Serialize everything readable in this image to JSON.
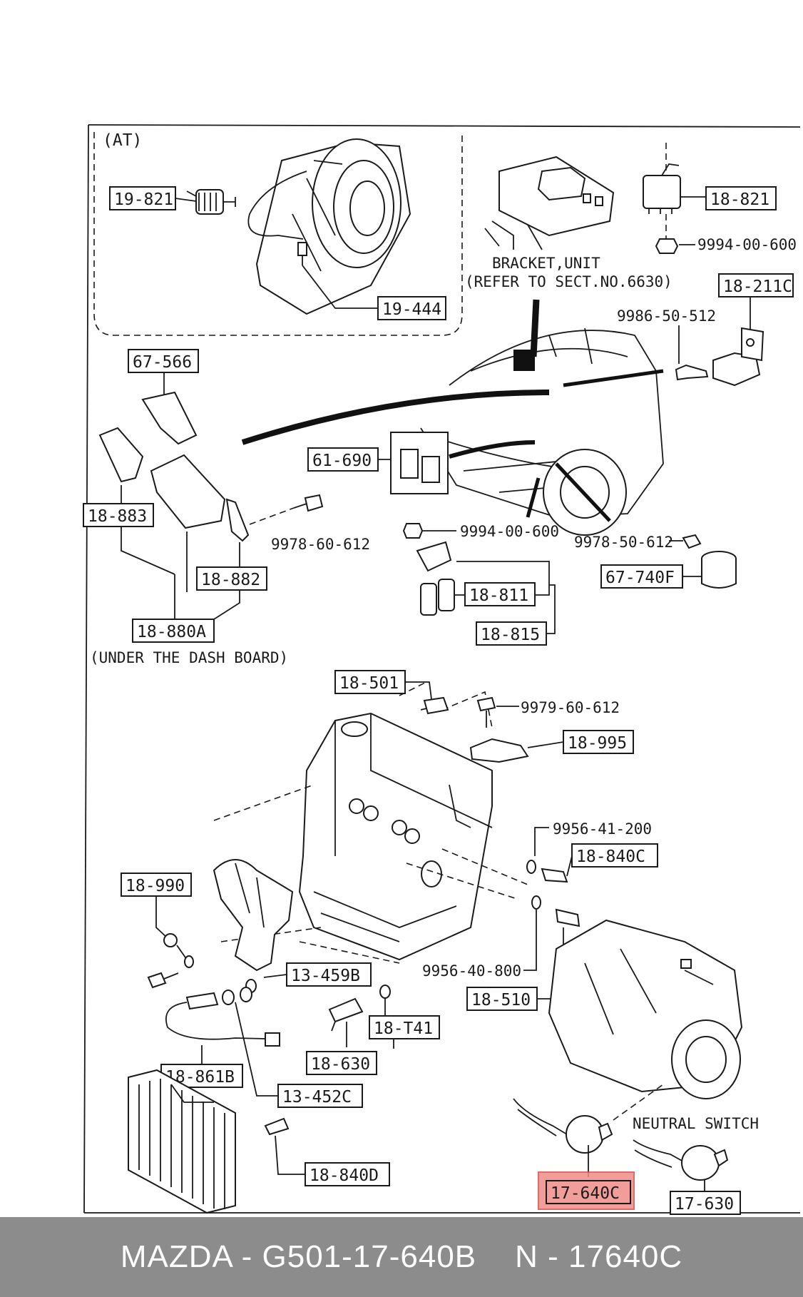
{
  "diagram": {
    "at_label": "(AT)",
    "bracket_note_1": "BRACKET,UNIT",
    "bracket_note_2": "(REFER TO SECT.NO.6630)",
    "dash_note": "(UNDER THE DASH BOARD)",
    "neutral_note": "NEUTRAL SWITCH",
    "boxed_labels": [
      "19-821",
      "19-444",
      "18-821",
      "18-211C",
      "67-566",
      "18-883",
      "18-882",
      "18-880A",
      "61-690",
      "18-811",
      "18-815",
      "67-740F",
      "18-501",
      "18-995",
      "18-840C",
      "18-990",
      "13-459B",
      "18-T41",
      "18-630",
      "18-510",
      "18-861B",
      "13-452C",
      "18-840D",
      "17-640C",
      "17-630"
    ],
    "part_numbers": [
      "9994-00-600",
      "9986-50-512",
      "9978-60-612",
      "9994-00-600",
      "9978-50-612",
      "9979-60-612",
      "9956-41-200",
      "9956-40-800"
    ],
    "highlighted_label": "17-640C",
    "highlight_color": "#e0605a"
  },
  "footer": {
    "brand_part": "MAZDA - G501-17-640B",
    "alt_part": "N - 17640C",
    "background": "#8c8c8c"
  }
}
